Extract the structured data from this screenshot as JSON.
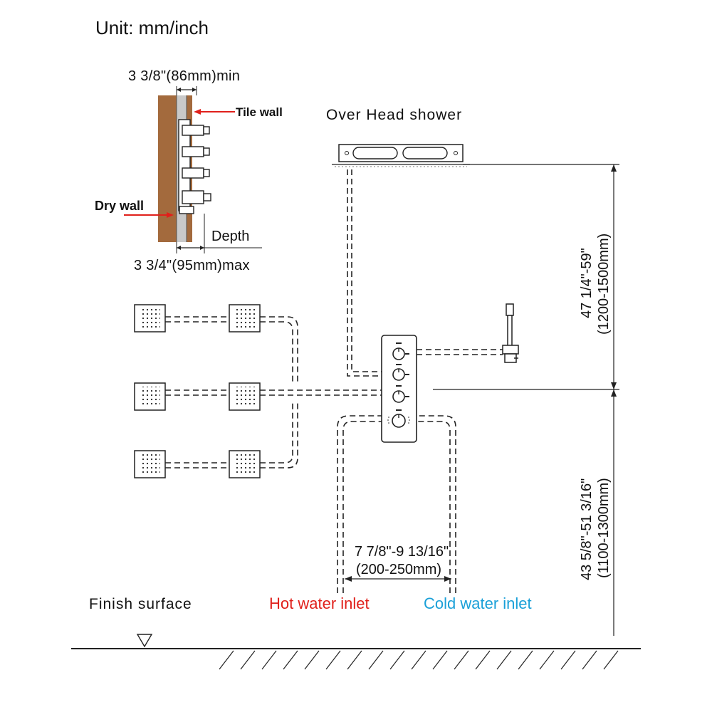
{
  "title": "Unit: mm/inch",
  "wall_detail": {
    "min_dimension": "3 3/8\"(86mm)min",
    "tile_wall_label": "Tile wall",
    "dry_wall_label": "Dry wall",
    "depth_label": "Depth",
    "max_dimension": "3 3/4\"(95mm)max"
  },
  "overhead_shower_label": "Over Head shower",
  "shower_height": {
    "inches": "47 1/4\"-59\"",
    "mm": "(1200-1500mm)"
  },
  "valve_height": {
    "inches": "43 5/8\"-51  3/16\"",
    "mm": "(1100-1300mm)"
  },
  "inlet_spacing": {
    "inches": "7 7/8\"-9 13/16\"",
    "mm": "(200-250mm)"
  },
  "finish_surface_label": "Finish surface",
  "hot_inlet_label": "Hot water inlet",
  "cold_inlet_label": "Cold water inlet",
  "colors": {
    "hot": "#e0201b",
    "cold": "#1aa0d8",
    "arrow": "#e0201b",
    "wood": "#a36a3d"
  }
}
